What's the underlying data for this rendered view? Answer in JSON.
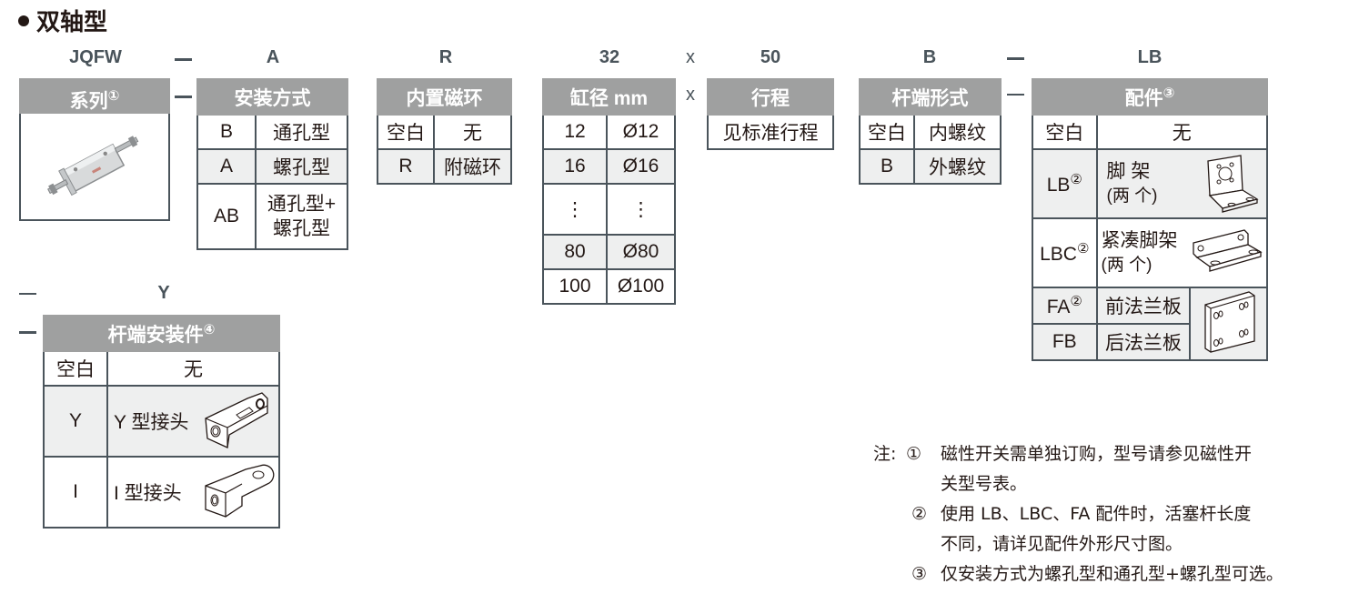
{
  "title": "双轴型",
  "code_line": {
    "series": "JQFW",
    "mount": "A",
    "magnet": "R",
    "bore": "32",
    "x1": "x",
    "stroke": "50",
    "rod_end": "B",
    "accessory": "LB",
    "rod_fitting": "Y",
    "dash": "—"
  },
  "series_table": {
    "header": "系列",
    "note_mark": "①",
    "image": "double-rod-cylinder"
  },
  "mount_table": {
    "header": "安装方式",
    "rows": [
      {
        "code": "B",
        "desc": "通孔型"
      },
      {
        "code": "A",
        "desc": "螺孔型"
      },
      {
        "code": "AB",
        "desc": "通孔型+",
        "desc2": "螺孔型"
      }
    ]
  },
  "magnet_table": {
    "header": "内置磁环",
    "rows": [
      {
        "code": "空白",
        "desc": "无"
      },
      {
        "code": "R",
        "desc": "附磁环"
      }
    ]
  },
  "bore_table": {
    "header": "缸径  mm",
    "rows": [
      {
        "code": "12",
        "desc": "Ø12"
      },
      {
        "code": "16",
        "desc": "Ø16"
      },
      {
        "code": "⋮",
        "desc": "⋮"
      },
      {
        "code": "80",
        "desc": "Ø80"
      },
      {
        "code": "100",
        "desc": "Ø100"
      }
    ]
  },
  "stroke_table": {
    "header": "行程",
    "value": "见标准行程"
  },
  "rod_end_table": {
    "header": "杆端形式",
    "rows": [
      {
        "code": "空白",
        "desc": "内螺纹"
      },
      {
        "code": "B",
        "desc": "外螺纹"
      }
    ]
  },
  "accessory_table": {
    "header": "配件",
    "note_mark": "③",
    "rows": [
      {
        "code": "空白",
        "desc": "无"
      },
      {
        "code": "LB",
        "mark": "②",
        "desc": "脚  架",
        "desc2": "(两 个)",
        "image": "foot-bracket"
      },
      {
        "code": "LBC",
        "mark": "②",
        "desc": "紧凑脚架",
        "desc2": "(两 个)",
        "image": "compact-foot-bracket"
      },
      {
        "code": "FA",
        "mark": "②",
        "desc": "前法兰板",
        "image": "flange-plate"
      },
      {
        "code": "FB",
        "desc": "后法兰板"
      }
    ]
  },
  "rod_fitting_table": {
    "header": "杆端安装件",
    "note_mark": "④",
    "rows": [
      {
        "code": "空白",
        "desc": "无"
      },
      {
        "code": "Y",
        "desc": "Y 型接头",
        "image": "y-joint"
      },
      {
        "code": "I",
        "desc": "I 型接头",
        "image": "i-joint"
      }
    ]
  },
  "notes": {
    "label": "注:",
    "items": [
      {
        "mark": "①",
        "line1": "磁性开关需单独订购，型号请参见磁性开",
        "line2": "关型号表。"
      },
      {
        "mark": "②",
        "line1": "使用 LB、LBC、FA 配件时，活塞杆长度",
        "line2": "不同，请详见配件外形尺寸图。"
      },
      {
        "mark": "③",
        "line1": "仅安装方式为螺孔型和通孔型+螺孔型可选。"
      }
    ]
  }
}
